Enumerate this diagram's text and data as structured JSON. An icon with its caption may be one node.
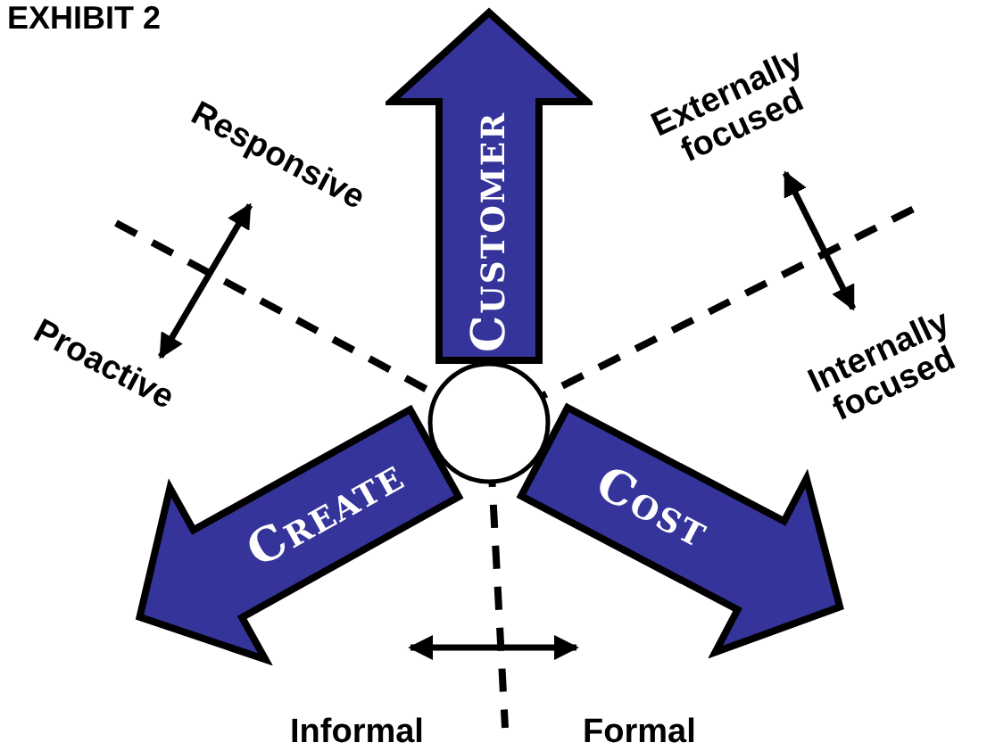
{
  "diagram": {
    "title": "EXHIBIT 2",
    "nodes": [
      {
        "text": [],
        "shape": "circle"
      },
      {
        "text": [
          "Customer"
        ]
      },
      {
        "text": [
          "Create"
        ]
      },
      {
        "text": [
          "Cost"
        ]
      }
    ],
    "labels": [
      "Responsive",
      "Externally focused",
      "Proactive",
      "Internally focused",
      "Informal",
      "Formal"
    ]
  }
}
